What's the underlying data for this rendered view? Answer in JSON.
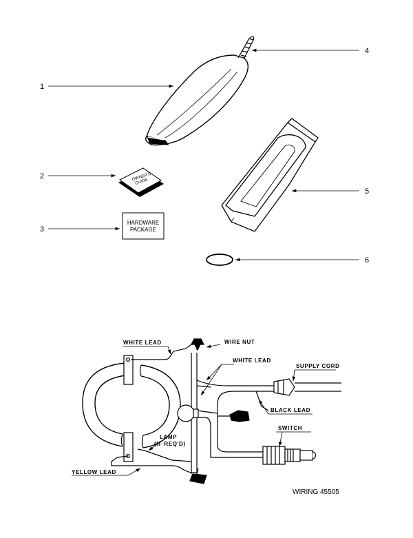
{
  "parts": {
    "callouts": [
      "1",
      "2",
      "3",
      "4",
      "5",
      "6"
    ],
    "owners_guide": {
      "line1": "OWNER'S",
      "line2": "GUIDE"
    },
    "hardware": {
      "line1": "HARDWARE",
      "line2": "PACKAGE"
    }
  },
  "wiring": {
    "white_lead_left": "WHITE LEAD",
    "wire_nut": "WIRE NUT",
    "white_lead_right": "WHITE LEAD",
    "supply_cord": "SUPPLY CORD",
    "black_lead": "BLACK LEAD",
    "switch": "SWITCH",
    "lamp": "LAMP",
    "lamp_note": "(IF REQ'D)",
    "yellow_lead": "YELLOW LEAD",
    "diagram_code": "WIRING 45505"
  }
}
